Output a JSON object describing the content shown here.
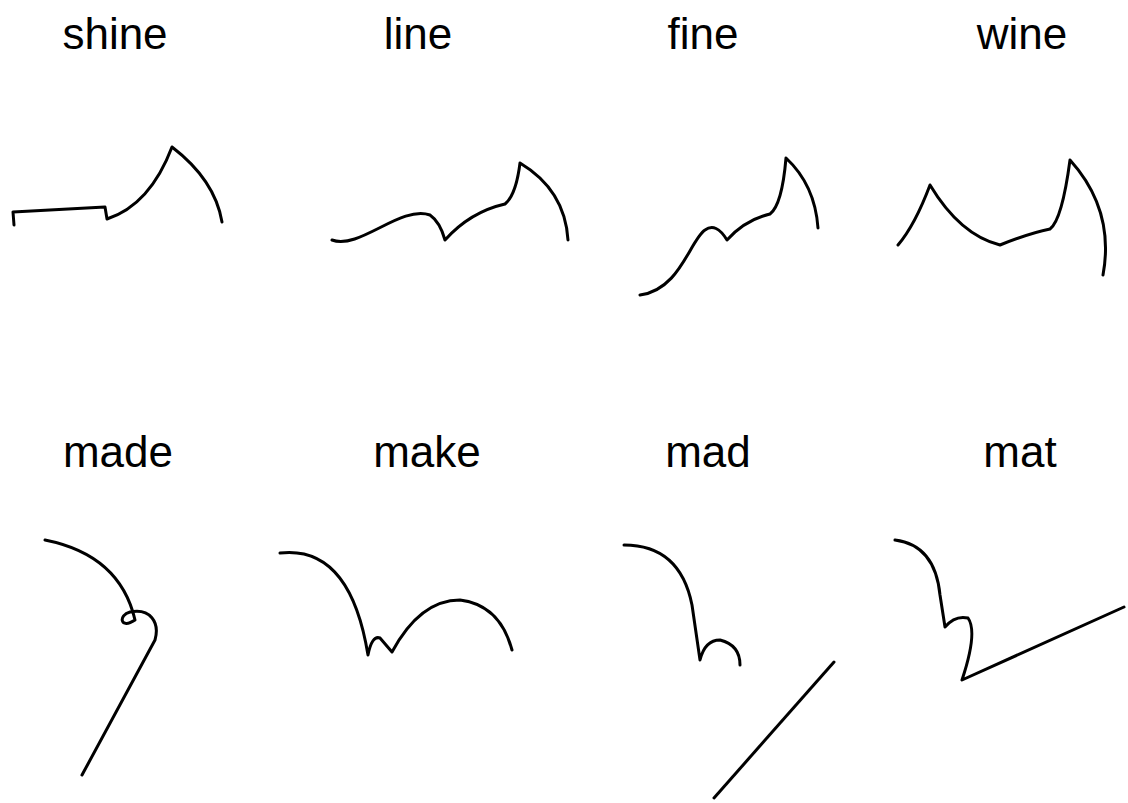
{
  "diagram": {
    "labels": [
      "shine",
      "line",
      "fine",
      "wine",
      "made",
      "make",
      "mad",
      "mat"
    ]
  }
}
